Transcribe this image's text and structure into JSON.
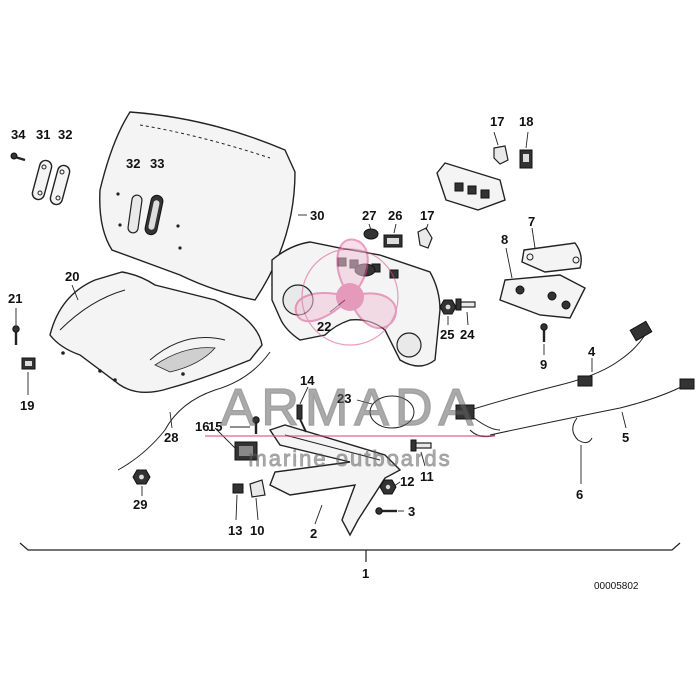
{
  "diagram": {
    "part_numbers": [
      "34",
      "31",
      "32",
      "32",
      "33",
      "30",
      "20",
      "21",
      "19",
      "17",
      "18",
      "27",
      "26",
      "17",
      "7",
      "8",
      "22",
      "25",
      "24",
      "9",
      "4",
      "5",
      "14",
      "23",
      "15",
      "16",
      "28",
      "29",
      "13",
      "10",
      "2",
      "12",
      "11",
      "3",
      "6",
      "1"
    ],
    "drawing_code": "00005802"
  },
  "watermark": {
    "brand": "ARMADA",
    "tagline": "marine outboards",
    "accent_color": "#d94f8e"
  }
}
